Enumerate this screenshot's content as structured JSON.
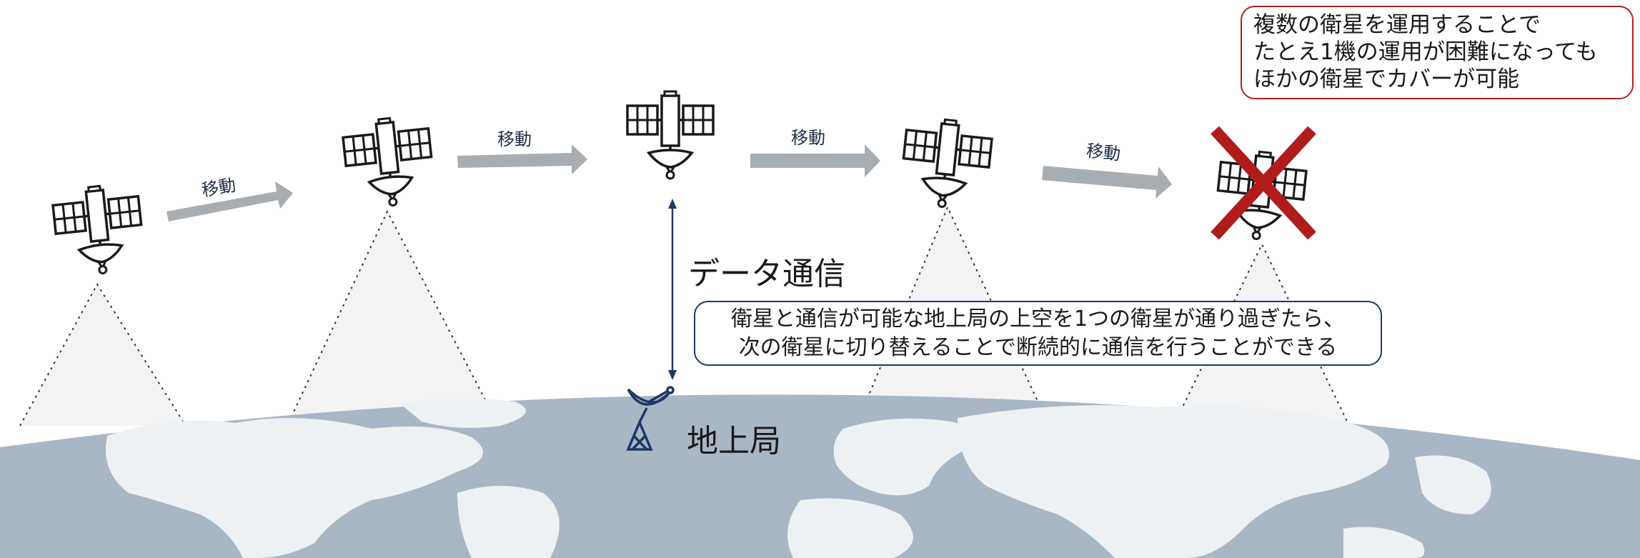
{
  "note_box": {
    "lines": [
      "複数の衛星を運用することで",
      "たとえ1機の運用が困難になっても",
      "ほかの衛星でカバーが可能"
    ]
  },
  "info_box": {
    "lines": [
      "衛星と通信が可能な地上局の上空を1つの衛星が通り過ぎたら、",
      "次の衛星に切り替えることで断続的に通信を行うことができる"
    ]
  },
  "labels": {
    "data_comm": "データ通信",
    "ground_station": "地上局",
    "move": "移動"
  },
  "colors": {
    "earth": "#a9b6c4",
    "continents": "#eef1f4",
    "arrow": "#a8adb2",
    "cross": "#b01c1c",
    "navy": "#1f3864",
    "note_border": "#b22222",
    "coverage": "#f3f3f4"
  },
  "icons": [
    "satellite-icon",
    "ground-station-dish-icon",
    "cross-icon",
    "arrow-icon"
  ]
}
